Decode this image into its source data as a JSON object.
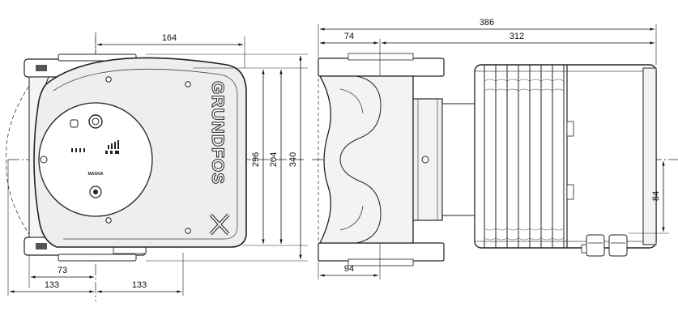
{
  "drawing": {
    "brand": "GRUNDFOS",
    "model_label": "MAGNA",
    "dimensions": {
      "front_width_top": "164",
      "height_296": "296",
      "height_204": "204",
      "height_340": "340",
      "bottom_73": "73",
      "bottom_left_133": "133",
      "bottom_right_133": "133",
      "side_total_386": "386",
      "side_74": "74",
      "side_312": "312",
      "side_84": "84",
      "side_94": "94"
    }
  }
}
